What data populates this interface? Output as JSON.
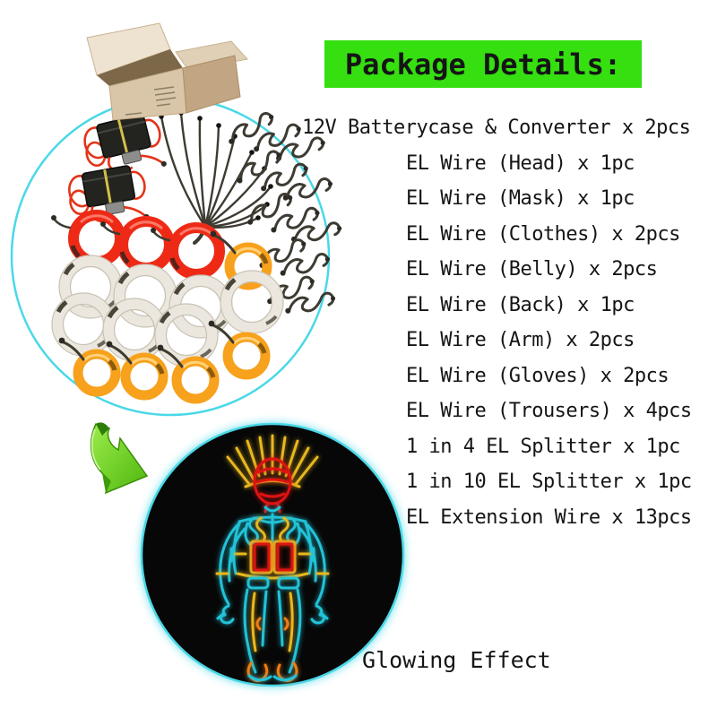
{
  "title": {
    "text": "Package Details:"
  },
  "package_list": {
    "items": [
      "12V Batterycase & Converter x 2pcs",
      "EL Wire (Head) x 1pc",
      "EL Wire (Mask) x 1pc",
      "EL Wire (Clothes) x 2pcs",
      "EL Wire (Belly) x 2pcs",
      "EL Wire (Back) x 1pc",
      "EL Wire (Arm) x 2pcs",
      "EL Wire (Gloves) x 2pcs",
      "EL Wire (Trousers) x 4pcs",
      "1 in 4 EL Splitter x 1pc",
      "1 in 10 EL Splitter x 1pc",
      "EL Extension Wire x 13pcs"
    ]
  },
  "caption": {
    "text": "Glowing Effect"
  },
  "photos": {
    "contents": {
      "label": "package contents photo",
      "shipping_box": 1,
      "battery_converter_packs": 2,
      "red_coils": 3,
      "white_coils": 7,
      "orange_coils": 5,
      "extension_wire_bundles": 13,
      "splitter_harnesses": 2
    },
    "glowing": {
      "label": "glowing costume effect photo"
    }
  },
  "colors": {
    "title_bg": "#35df10",
    "text": "#151515",
    "circle_outline": "#4ad8e8",
    "dark_circle_bg": "#070707",
    "coil_red": "#ee2a16",
    "coil_orange": "#f7a11c",
    "coil_white": "#ebe7de",
    "wire_dark": "#3e3b32",
    "arrow_green": "#6fd42a",
    "figure_cyan": "#22c3d8",
    "figure_gold": "#e8b81e",
    "figure_red": "#e01212",
    "figure_orange": "#ef7d14"
  }
}
